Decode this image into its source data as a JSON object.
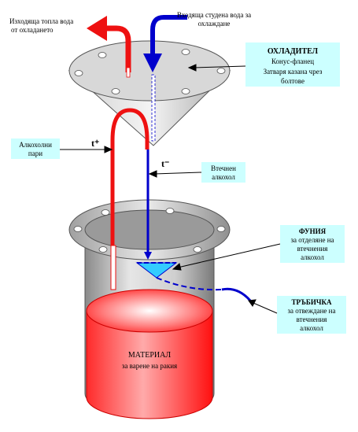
{
  "labels": {
    "hot_water_out": [
      "Изходяща топла вода",
      "от охладането"
    ],
    "cold_water_in": [
      "Входяща студена вода за",
      "охлаждане"
    ],
    "cooler": [
      "ОХЛАДИТЕЛ",
      "Конус-фланец",
      "Затваря казана чрез",
      "болтове"
    ],
    "alcohol_vapor": [
      "Алкохолни",
      "пари"
    ],
    "liquid_alcohol": [
      "Втечнен",
      "алкохол"
    ],
    "funnel": [
      "ФУНИЯ",
      "за отделяне на",
      "втечнения",
      "алкохол"
    ],
    "tube": [
      "ТРЪБИЧКА",
      "за отвеждане на",
      "втечнения",
      "алкохол"
    ],
    "material": [
      "МАТЕРИАЛ",
      "за варене на ракия"
    ],
    "t_plus": "t⁺",
    "t_minus": "t⁻"
  },
  "colors": {
    "hot": "#ee1111",
    "cold": "#0000cc",
    "label_box": "#ccffff",
    "funnel": "#33ccff",
    "material": "#ff3333",
    "metal": "#c0c0c0"
  },
  "icons": {
    "hot_arrow": "arrow-up-left-icon",
    "cold_arrow": "arrow-down-icon"
  }
}
